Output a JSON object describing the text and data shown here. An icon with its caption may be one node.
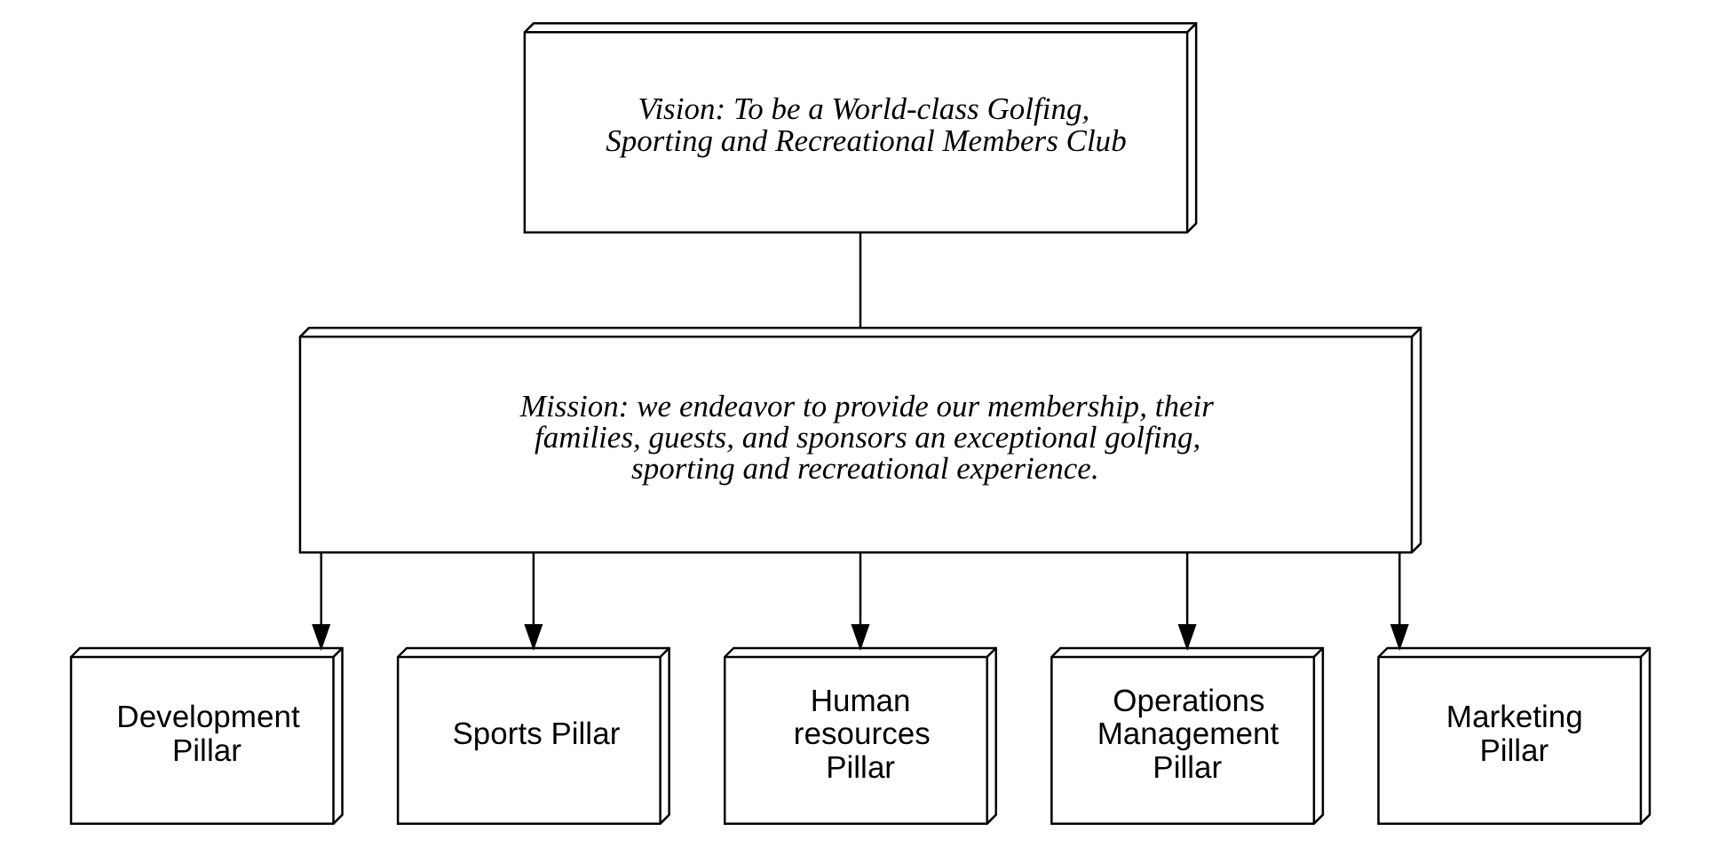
{
  "diagram": {
    "nodes": [
      {
        "text": [
          "Vision: To be a World-class Golfing, Sporting and Recreational Members Club"
        ]
      },
      {
        "text": [
          "Mission: we endeavor to provide our membership, their families, guests, and sponsors an exceptional golfing, sporting and recreational experience."
        ]
      },
      {
        "text": [
          "Development Pillar"
        ]
      },
      {
        "text": [
          "Sports Pillar"
        ]
      },
      {
        "text": [
          "Human resources Pillar"
        ]
      },
      {
        "text": [
          "Operations Management Pillar"
        ]
      },
      {
        "text": [
          "Marketing Pillar"
        ]
      }
    ],
    "edges": [
      {
        "from": 0,
        "to": 1,
        "arrow": "none"
      },
      {
        "from": 1,
        "to": 2,
        "arrow": "to"
      },
      {
        "from": 1,
        "to": 3,
        "arrow": "to"
      },
      {
        "from": 1,
        "to": 4,
        "arrow": "to"
      },
      {
        "from": 1,
        "to": 5,
        "arrow": "to"
      },
      {
        "from": 1,
        "to": 6,
        "arrow": "to"
      }
    ]
  }
}
